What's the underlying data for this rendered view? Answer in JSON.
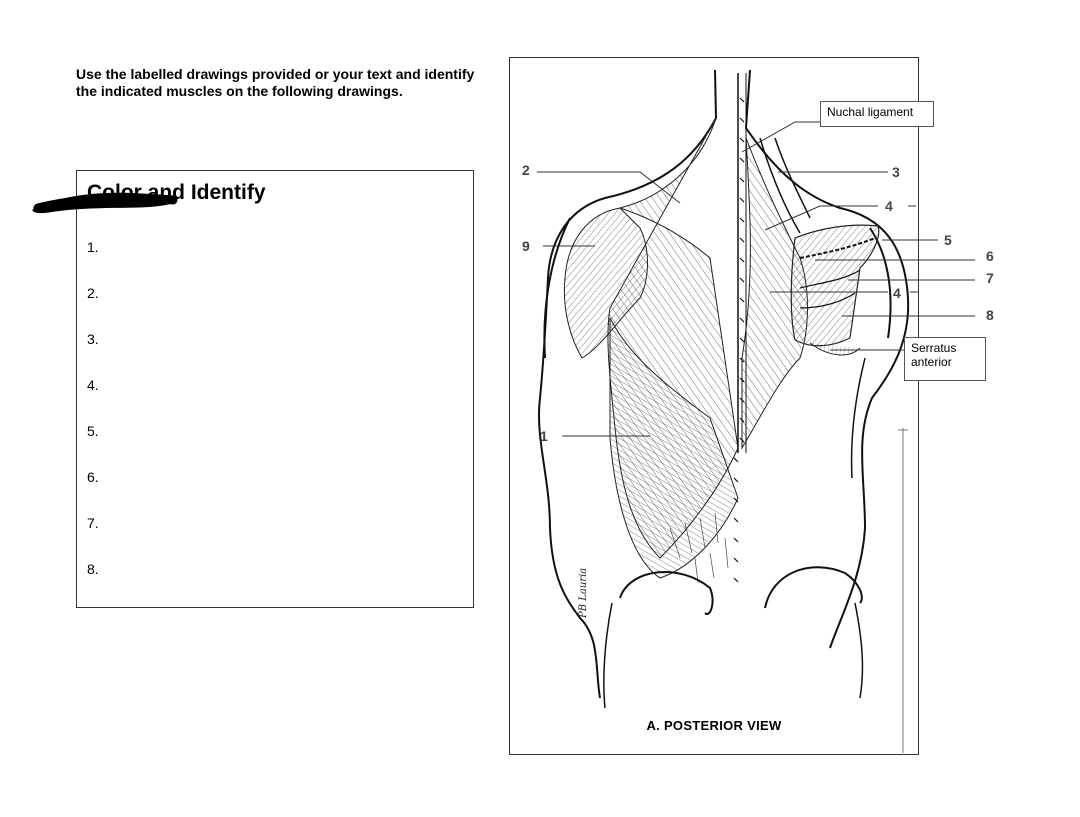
{
  "instructions": "Use the labelled drawings provided or your text and identify the indicated muscles on the following drawings.",
  "answer_box": {
    "title": "Color and Identify",
    "items": [
      "1.",
      "2.",
      "3.",
      "4.",
      "5.",
      "6.",
      "7.",
      "8."
    ]
  },
  "figure": {
    "caption": "A. POSTERIOR VIEW",
    "signature": "PB Lauria",
    "labels": {
      "nuchal": "Nuchal ligament",
      "serratus_line1": "Serratus",
      "serratus_line2": "anterior",
      "n1": "1",
      "n2": "2",
      "n3": "3",
      "n4a": "4",
      "n4b": "4",
      "n5": "5",
      "n6": "6",
      "n7": "7",
      "n8": "8",
      "n9": "9"
    }
  }
}
